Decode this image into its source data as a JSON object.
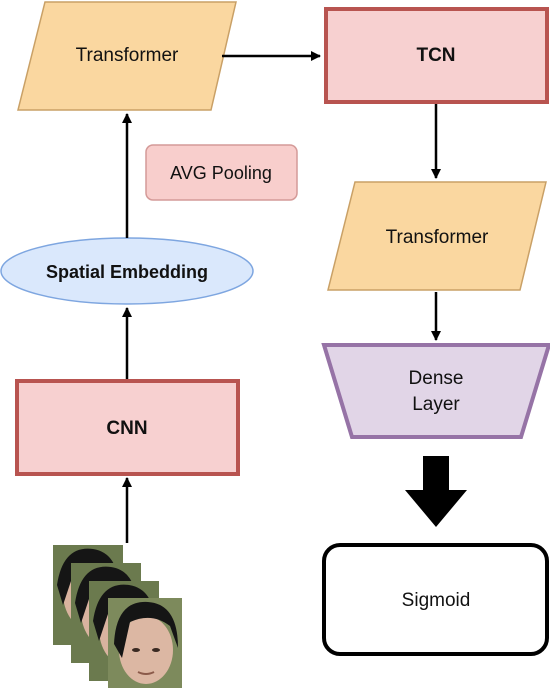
{
  "nodes": {
    "transformer_left": "Transformer",
    "tcn": "TCN",
    "avg_pooling": "AVG Pooling",
    "transformer_right": "Transformer",
    "spatial_embedding": "Spatial Embedding",
    "dense_layer_line1": "Dense",
    "dense_layer_line2": "Layer",
    "cnn": "CNN",
    "sigmoid": "Sigmoid"
  },
  "colors": {
    "parallelogram_fill": "#fad7a0",
    "parallelogram_stroke": "#c9a066",
    "red_box_fill": "#f7d0d0",
    "red_box_stroke": "#b85450",
    "small_box_fill": "#f8cecc",
    "small_box_stroke": "#d49a98",
    "ellipse_fill": "#dae8fc",
    "ellipse_stroke": "#7ea6e0",
    "dense_fill": "#e1d5e7",
    "dense_stroke": "#9673a6",
    "arrow": "#000000"
  },
  "input_frames_icon": "face-frames-stack"
}
